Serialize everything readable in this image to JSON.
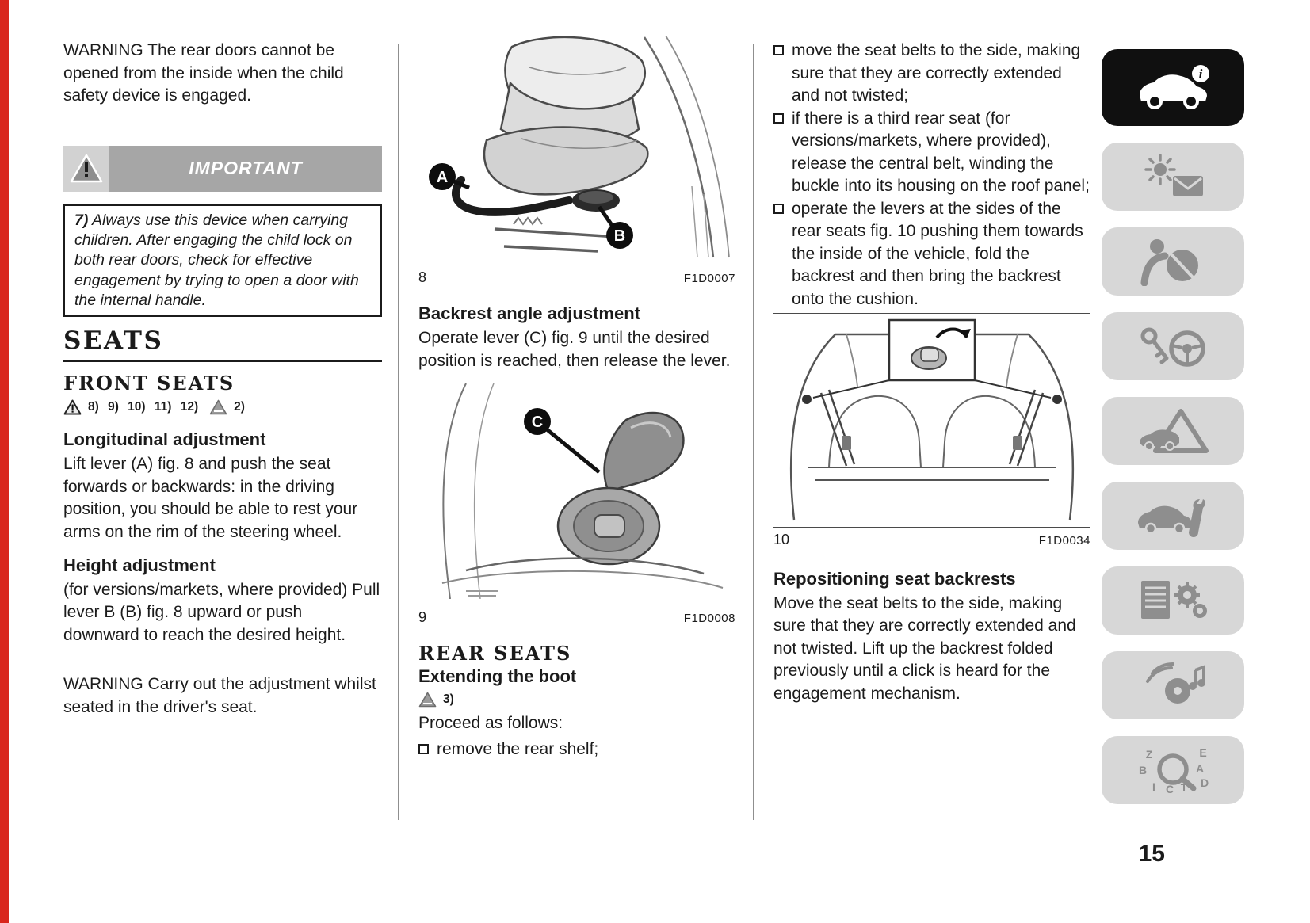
{
  "page": {
    "number": "15"
  },
  "colors": {
    "accent_red": "#d9261c",
    "tab_active": "#101010",
    "tab_inactive": "#d7d7d7",
    "banner_gray": "#a6a6a6"
  },
  "col1": {
    "warning_top": "WARNING The rear doors cannot be opened from the inside when the child safety device is engaged.",
    "important_label": "IMPORTANT",
    "note7_num": "7)",
    "note7_text": " Always use this device when carrying children. After engaging the child lock on both rear doors, check for effective engagement by trying to open a door with the internal handle.",
    "seats_heading": "SEATS",
    "front_seats_heading": "FRONT SEATS",
    "warning_refs": "8) 9) 10) 11) 12)",
    "caution_ref": "2)",
    "longitudinal_heading": "Longitudinal adjustment",
    "longitudinal_text": "Lift lever (A) fig. 8 and push the seat forwards or backwards: in the driving position, you should be able to rest your arms on the rim of the steering wheel.",
    "height_heading": "Height adjustment",
    "height_text": "(for versions/markets, where provided) Pull lever B (B) fig. 8 upward or push downward to reach the desired height.",
    "warning_bottom": "WARNING Carry out the adjustment whilst seated in the driver's seat."
  },
  "col2": {
    "fig8": {
      "number": "8",
      "code": "F1D0007",
      "label_a": "A",
      "label_b": "B"
    },
    "backrest_heading": "Backrest angle adjustment",
    "backrest_text": "Operate lever (C) fig. 9 until the desired position is reached, then release the lever.",
    "fig9": {
      "number": "9",
      "code": "F1D0008",
      "label_c": "C"
    },
    "rear_seats_heading": "REAR SEATS",
    "extending_heading": "Extending the boot",
    "caution_ref": "3)",
    "proceed_text": "Proceed as follows:",
    "bullet_1": "remove the rear shelf;"
  },
  "col3": {
    "bullets": [
      "move the seat belts to the side, making sure that they are correctly extended and not twisted;",
      "if there is a third rear seat (for versions/markets, where provided), release the central belt, winding the buckle into its housing on the roof panel;",
      "operate the levers at the sides of the rear seats fig. 10 pushing them towards the inside of the vehicle, fold the backrest and then bring the backrest onto the cushion."
    ],
    "fig10": {
      "number": "10",
      "code": "F1D0034"
    },
    "repositioning_heading": "Repositioning seat backrests",
    "repositioning_text": "Move the seat belts to the side, making sure that they are correctly extended and not twisted. Lift up the backrest folded previously until a click is heard for the engagement mechanism."
  },
  "sidebar": {
    "info_glyph": "i",
    "index_letters": [
      "Z",
      "E",
      "B",
      "A",
      "D",
      "I",
      "C",
      "T"
    ],
    "items": [
      {
        "icon": "car-info-icon",
        "active": true
      },
      {
        "icon": "warning-lights-icon",
        "active": false
      },
      {
        "icon": "safety-airbag-icon",
        "active": false
      },
      {
        "icon": "key-steering-icon",
        "active": false
      },
      {
        "icon": "emergency-triangle-icon",
        "active": false
      },
      {
        "icon": "car-wrench-icon",
        "active": false
      },
      {
        "icon": "technical-data-icon",
        "active": false
      },
      {
        "icon": "multimedia-icon",
        "active": false
      },
      {
        "icon": "index-search-icon",
        "active": false
      }
    ]
  }
}
